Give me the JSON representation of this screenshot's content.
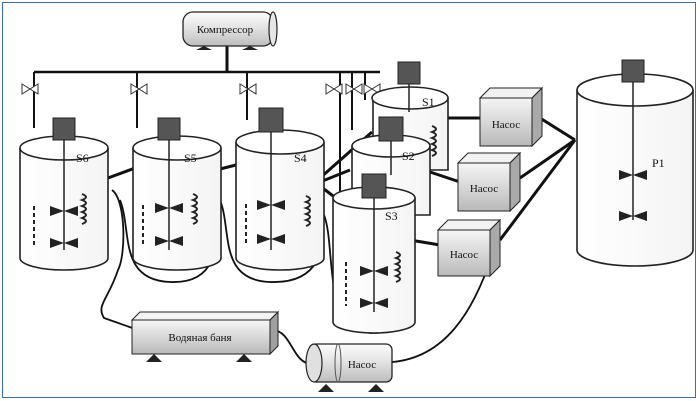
{
  "compressor": {
    "label": "Компрессор"
  },
  "tanks": [
    {
      "id": "S6",
      "label": "S6"
    },
    {
      "id": "S5",
      "label": "S5"
    },
    {
      "id": "S4",
      "label": "S4"
    },
    {
      "id": "S1",
      "label": "S1"
    },
    {
      "id": "S2",
      "label": "S2"
    },
    {
      "id": "S3",
      "label": "S3"
    },
    {
      "id": "P1",
      "label": "P1"
    }
  ],
  "pumps": [
    {
      "label": "Насос"
    },
    {
      "label": "Насос"
    },
    {
      "label": "Насос"
    },
    {
      "label": "Насос"
    }
  ],
  "water_bath": {
    "label": "Водяная баня"
  },
  "colors": {
    "frame": "#3b6ea8",
    "line": "#111111",
    "motor": "#555555"
  }
}
